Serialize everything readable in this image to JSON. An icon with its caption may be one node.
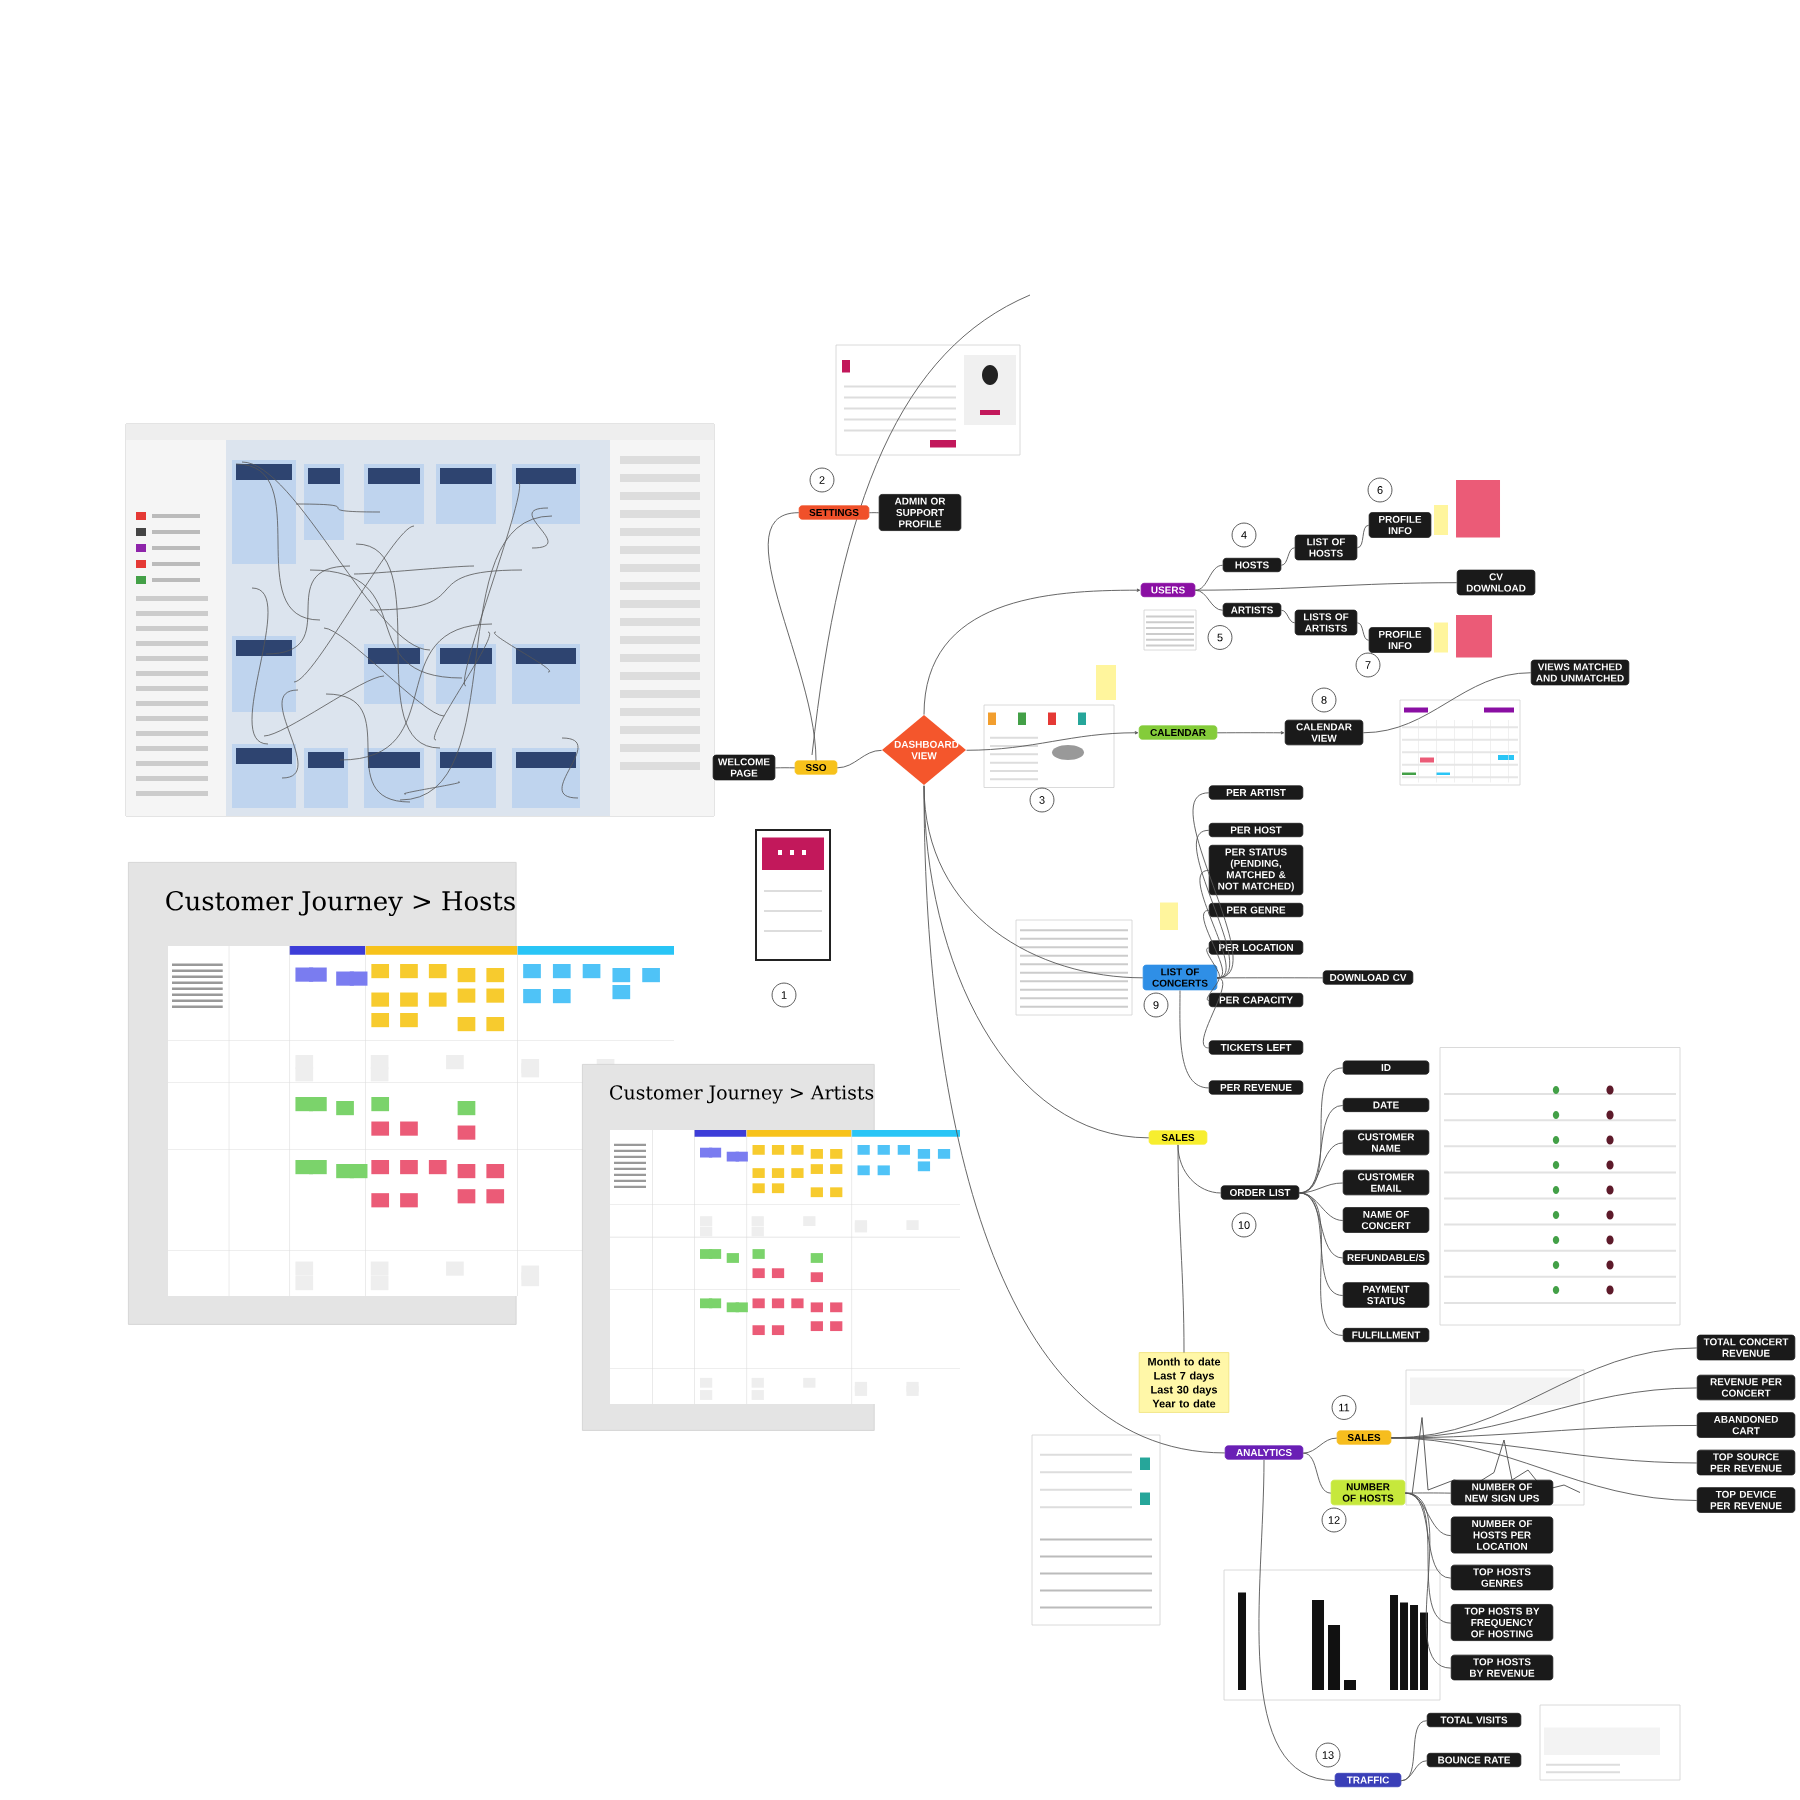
{
  "diagram": {
    "nodes": [
      {
        "text": [
          "WELCOME PAGE"
        ]
      },
      {
        "text": [
          "SSO"
        ]
      },
      {
        "text": [
          "SETTINGS"
        ]
      },
      {
        "text": [
          "ADMIN OR SUPPORT PROFILE"
        ]
      },
      {
        "text": [
          "DASHBOARD VIEW"
        ]
      },
      {
        "text": [
          "USERS"
        ]
      },
      {
        "text": [
          "HOSTS"
        ]
      },
      {
        "text": [
          "ARTISTS"
        ]
      },
      {
        "text": [
          "LIST OF HOSTS"
        ]
      },
      {
        "text": [
          "LISTS OF ARTISTS"
        ]
      },
      {
        "text": [
          "PROFILE INFO"
        ]
      },
      {
        "text": [
          "PROFILE INFO"
        ]
      },
      {
        "text": [
          "CV DOWNLOAD"
        ]
      },
      {
        "text": [
          "CALENDAR"
        ]
      },
      {
        "text": [
          "CALENDAR VIEW"
        ]
      },
      {
        "text": [
          "VIEWS MATCHED AND UNMATCHED"
        ]
      },
      {
        "text": [
          "LIST OF CONCERTS"
        ]
      },
      {
        "text": [
          "PER ARTIST"
        ]
      },
      {
        "text": [
          "PER HOST"
        ]
      },
      {
        "text": [
          "PER STATUS (PENDING, MATCHED & NOT MATCHED)"
        ]
      },
      {
        "text": [
          "PER GENRE"
        ]
      },
      {
        "text": [
          "PER LOCATION"
        ]
      },
      {
        "text": [
          "PER CAPACITY"
        ]
      },
      {
        "text": [
          "TICKETS LEFT"
        ]
      },
      {
        "text": [
          "PER REVENUE"
        ]
      },
      {
        "text": [
          "DOWNLOAD CV"
        ]
      },
      {
        "text": [
          "SALES"
        ]
      },
      {
        "text": [
          "ORDER LIST"
        ]
      },
      {
        "text": [
          "ID"
        ]
      },
      {
        "text": [
          "DATE"
        ]
      },
      {
        "text": [
          "CUSTOMER NAME"
        ]
      },
      {
        "text": [
          "CUSTOMER EMAIL"
        ]
      },
      {
        "text": [
          "NAME OF CONCERT"
        ]
      },
      {
        "text": [
          "REFUNDABLE/S"
        ]
      },
      {
        "text": [
          "PAYMENT STATUS"
        ]
      },
      {
        "text": [
          "FULFILLMENT"
        ]
      },
      {
        "text": [
          "Month to date",
          "Last 7 days",
          "Last 30 days",
          "Year to date"
        ]
      },
      {
        "text": [
          "ANALYTICS"
        ]
      },
      {
        "text": [
          "SALES"
        ]
      },
      {
        "text": [
          "TOTAL CONCERT REVENUE"
        ]
      },
      {
        "text": [
          "REVENUE PER CONCERT"
        ]
      },
      {
        "text": [
          "ABANDONED CART"
        ]
      },
      {
        "text": [
          "TOP SOURCE PER REVENUE"
        ]
      },
      {
        "text": [
          "TOP DEVICE PER REVENUE"
        ]
      },
      {
        "text": [
          "NUMBER OF HOSTS"
        ]
      },
      {
        "text": [
          "NUMBER OF NEW SIGN UPS"
        ]
      },
      {
        "text": [
          "NUMBER OF HOSTS PER LOCATION"
        ]
      },
      {
        "text": [
          "TOP HOSTS GENRES"
        ]
      },
      {
        "text": [
          "TOP HOSTS BY FREQUENCY OF HOSTING"
        ]
      },
      {
        "text": [
          "TOP HOSTS BY REVENUE"
        ]
      },
      {
        "text": [
          "TRAFFIC"
        ]
      },
      {
        "text": [
          "TOTAL VISITS"
        ]
      },
      {
        "text": [
          "BOUNCE RATE"
        ]
      },
      {
        "text": [
          "1"
        ]
      },
      {
        "text": [
          "2"
        ]
      },
      {
        "text": [
          "3"
        ]
      },
      {
        "text": [
          "4"
        ]
      },
      {
        "text": [
          "5"
        ]
      },
      {
        "text": [
          "6"
        ]
      },
      {
        "text": [
          "7"
        ]
      },
      {
        "text": [
          "8"
        ]
      },
      {
        "text": [
          "9"
        ]
      },
      {
        "text": [
          "10"
        ]
      },
      {
        "text": [
          "11"
        ]
      },
      {
        "text": [
          "12"
        ]
      },
      {
        "text": [
          "13"
        ]
      },
      {
        "text": [
          "Customer Journey > Hosts"
        ]
      },
      {
        "text": [
          "Customer Journey > Artists"
        ]
      }
    ],
    "edges": [
      {
        "from": 0,
        "to": 1,
        "arrow": "none"
      },
      {
        "from": 1,
        "to": 2,
        "arrow": "none"
      },
      {
        "from": 2,
        "to": 3,
        "arrow": "none"
      },
      {
        "from": 1,
        "to": 4,
        "arrow": "none"
      },
      {
        "from": 4,
        "to": 5,
        "arrow": "to"
      },
      {
        "from": 4,
        "to": 13,
        "arrow": "to"
      },
      {
        "from": 4,
        "to": 16,
        "arrow": "none"
      },
      {
        "from": 4,
        "to": 26,
        "arrow": "none"
      },
      {
        "from": 4,
        "to": 37,
        "arrow": "none"
      },
      {
        "from": 5,
        "to": 6,
        "arrow": "none"
      },
      {
        "from": 5,
        "to": 7,
        "arrow": "none"
      },
      {
        "from": 5,
        "to": 12,
        "arrow": "none"
      },
      {
        "from": 6,
        "to": 8,
        "arrow": "none"
      },
      {
        "from": 7,
        "to": 9,
        "arrow": "none"
      },
      {
        "from": 8,
        "to": 10,
        "arrow": "none"
      },
      {
        "from": 9,
        "to": 11,
        "arrow": "none"
      },
      {
        "from": 13,
        "to": 14,
        "arrow": "to"
      },
      {
        "from": 14,
        "to": 15,
        "arrow": "none"
      },
      {
        "from": 16,
        "to": 17,
        "arrow": "none"
      },
      {
        "from": 16,
        "to": 18,
        "arrow": "none"
      },
      {
        "from": 16,
        "to": 19,
        "arrow": "none"
      },
      {
        "from": 16,
        "to": 20,
        "arrow": "none"
      },
      {
        "from": 16,
        "to": 21,
        "arrow": "none"
      },
      {
        "from": 16,
        "to": 22,
        "arrow": "none"
      },
      {
        "from": 16,
        "to": 23,
        "arrow": "none"
      },
      {
        "from": 16,
        "to": 24,
        "arrow": "none"
      },
      {
        "from": 16,
        "to": 25,
        "arrow": "none"
      },
      {
        "from": 26,
        "to": 27,
        "arrow": "none"
      },
      {
        "from": 27,
        "to": 28,
        "arrow": "none"
      },
      {
        "from": 27,
        "to": 29,
        "arrow": "none"
      },
      {
        "from": 27,
        "to": 30,
        "arrow": "none"
      },
      {
        "from": 27,
        "to": 31,
        "arrow": "none"
      },
      {
        "from": 27,
        "to": 32,
        "arrow": "none"
      },
      {
        "from": 27,
        "to": 33,
        "arrow": "none"
      },
      {
        "from": 27,
        "to": 34,
        "arrow": "none"
      },
      {
        "from": 27,
        "to": 35,
        "arrow": "none"
      },
      {
        "from": 26,
        "to": 36,
        "arrow": "none"
      },
      {
        "from": 37,
        "to": 38,
        "arrow": "none"
      },
      {
        "from": 37,
        "to": 44,
        "arrow": "none"
      },
      {
        "from": 37,
        "to": 50,
        "arrow": "none"
      },
      {
        "from": 38,
        "to": 39,
        "arrow": "none"
      },
      {
        "from": 38,
        "to": 40,
        "arrow": "none"
      },
      {
        "from": 38,
        "to": 41,
        "arrow": "none"
      },
      {
        "from": 38,
        "to": 42,
        "arrow": "none"
      },
      {
        "from": 38,
        "to": 43,
        "arrow": "none"
      },
      {
        "from": 44,
        "to": 45,
        "arrow": "none"
      },
      {
        "from": 44,
        "to": 46,
        "arrow": "none"
      },
      {
        "from": 44,
        "to": 47,
        "arrow": "none"
      },
      {
        "from": 44,
        "to": 48,
        "arrow": "none"
      },
      {
        "from": 44,
        "to": 49,
        "arrow": "none"
      },
      {
        "from": 50,
        "to": 51,
        "arrow": "none"
      },
      {
        "from": 50,
        "to": 52,
        "arrow": "none"
      }
    ]
  }
}
